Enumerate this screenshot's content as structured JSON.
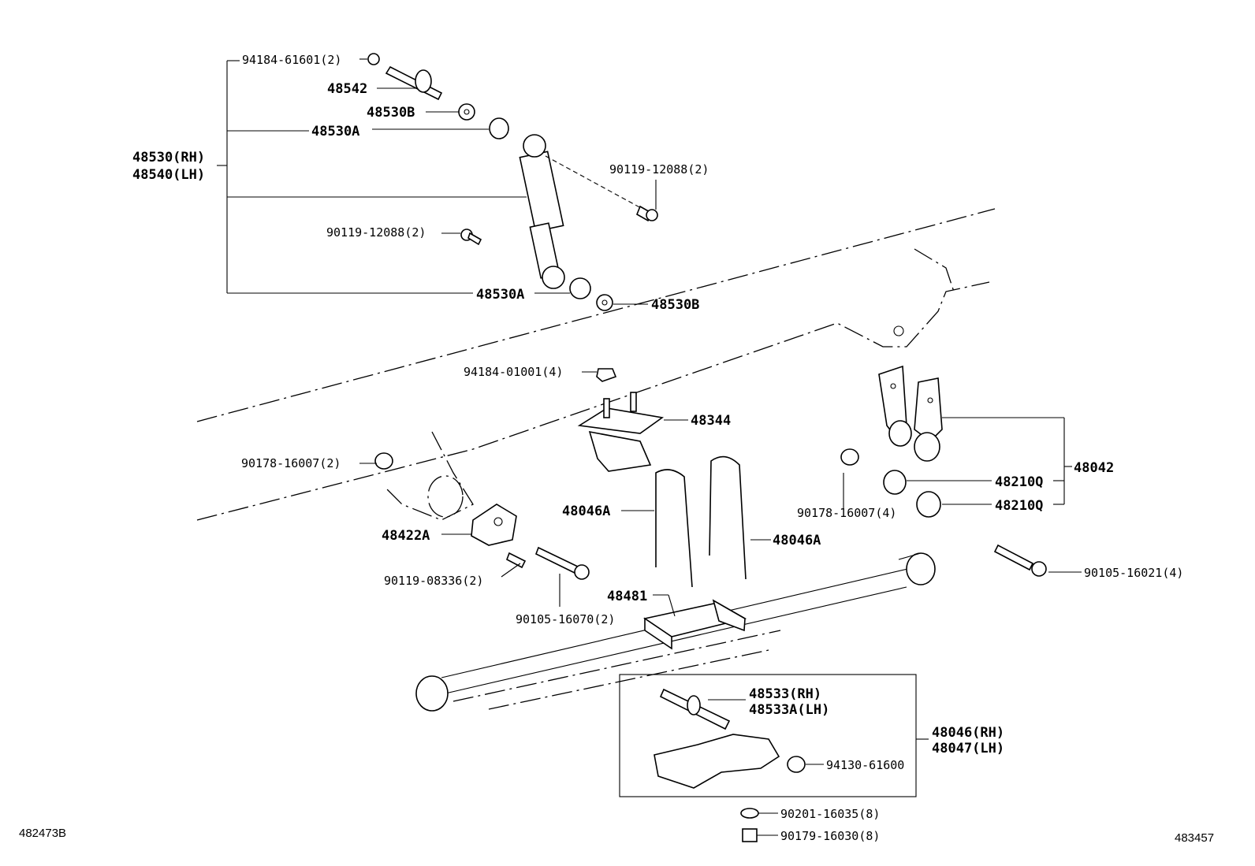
{
  "labels": {
    "p94184_61601": "94184-61601(2)",
    "p48542": "48542",
    "p48530b_top": "48530B",
    "p48530a_top": "48530A",
    "p48530_rh": "48530(RH)",
    "p48540_lh": "48540(LH)",
    "p90119_12088_right": "90119-12088(2)",
    "p90119_12088_left": "90119-12088(2)",
    "p48530a_bottom": "48530A",
    "p48530b_bottom": "48530B",
    "p94184_01001": "94184-01001(4)",
    "p48344": "48344",
    "p90178_16007_left": "90178-16007(2)",
    "p90178_16007_right": "90178-16007(4)",
    "p48210q_top": "48210Q",
    "p48210q_bottom": "48210Q",
    "p48042": "48042",
    "p48046a_left": "48046A",
    "p48046a_right": "48046A",
    "p48422a": "48422A",
    "p90119_08336": "90119-08336(2)",
    "p90105_16021": "90105-16021(4)",
    "p48481": "48481",
    "p90105_16070": "90105-16070(2)",
    "p48533_rh": "48533(RH)",
    "p48533a_lh": "48533A(LH)",
    "p48046_rh": "48046(RH)",
    "p48047_lh": "48047(LH)",
    "p94130_61600": "94130-61600",
    "p90201_16035": "90201-16035(8)",
    "p90179_16030": "90179-16030(8)"
  },
  "corner_codes": {
    "bottom_left": "482473B",
    "bottom_right": "483457"
  }
}
